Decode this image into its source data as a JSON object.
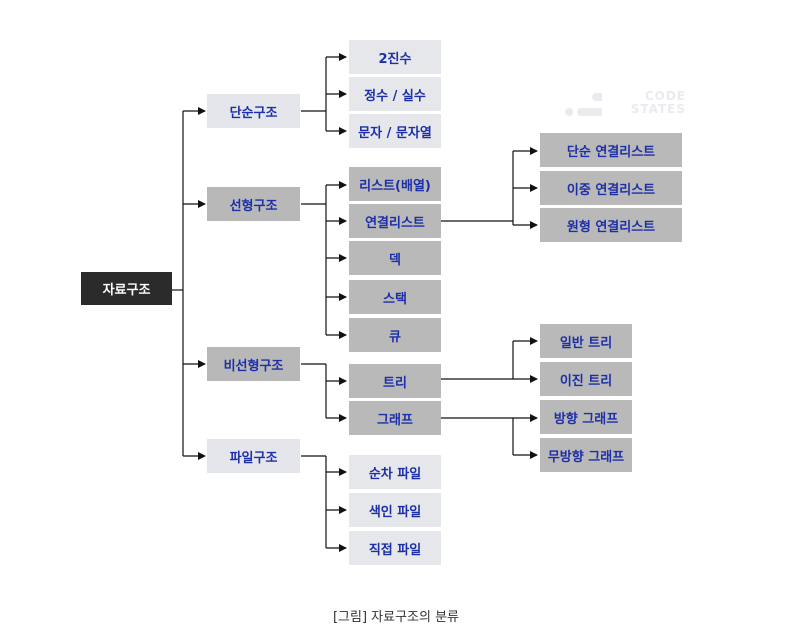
{
  "root": "자료구조",
  "categories": {
    "simple": "단순구조",
    "linear": "선형구조",
    "nonlinear": "비선형구조",
    "file": "파일구조"
  },
  "simple_items": [
    "2진수",
    "정수 / 실수",
    "문자 / 문자열"
  ],
  "linear_items": [
    "리스트(배열)",
    "연결리스트",
    "덱",
    "스택",
    "큐"
  ],
  "linked_list_types": [
    "단순 연결리스트",
    "이중 연결리스트",
    "원형 연결리스트"
  ],
  "nonlinear_items": [
    "트리",
    "그래프"
  ],
  "tree_types": [
    "일반 트리",
    "이진 트리"
  ],
  "graph_types": [
    "방향 그래프",
    "무방향 그래프"
  ],
  "file_items": [
    "순차 파일",
    "색인 파일",
    "직접 파일"
  ],
  "watermark": {
    "line1": "CODE",
    "line2": "STATES"
  },
  "caption": "[그림] 자료구조의 분류",
  "colors": {
    "label": "#1d2fa8",
    "line": "#111111",
    "root_bg": "#2b2b2b"
  }
}
